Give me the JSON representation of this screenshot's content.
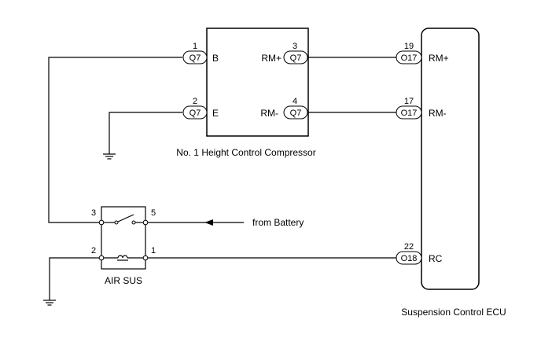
{
  "compressor": {
    "title": "No. 1 Height Control Compressor",
    "pins": {
      "b": {
        "number": "1",
        "connector": "Q7",
        "label": "B"
      },
      "e": {
        "number": "2",
        "connector": "Q7",
        "label": "E"
      },
      "rm_plus": {
        "number": "3",
        "connector": "Q7",
        "label": "RM+"
      },
      "rm_minus": {
        "number": "4",
        "connector": "Q7",
        "label": "RM-"
      }
    }
  },
  "ecu": {
    "title": "Suspension Control ECU",
    "pins": {
      "rm_plus": {
        "number": "19",
        "connector": "O17",
        "label": "RM+"
      },
      "rm_minus": {
        "number": "17",
        "connector": "O17",
        "label": "RM-"
      },
      "rc": {
        "number": "22",
        "connector": "O18",
        "label": "RC"
      }
    }
  },
  "relay": {
    "title": "AIR SUS",
    "pins": {
      "p3": "3",
      "p5": "5",
      "p2": "2",
      "p1": "1"
    }
  },
  "battery": {
    "label": "from Battery"
  }
}
